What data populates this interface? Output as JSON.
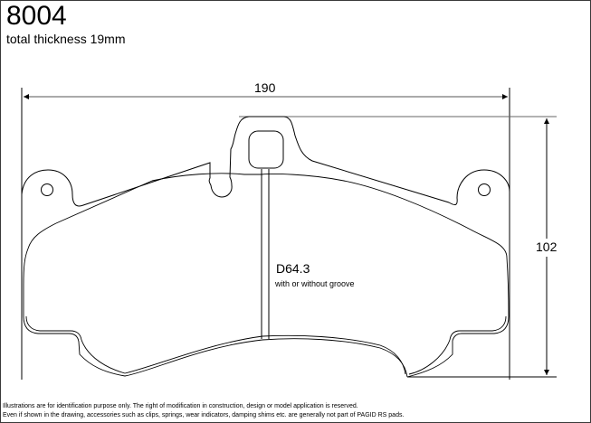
{
  "header": {
    "part_number": "8004",
    "thickness_label": "total thickness 19mm"
  },
  "dimensions": {
    "width_label": "190",
    "height_label": "102",
    "groove_diameter_label": "D64.3",
    "groove_note": "with or without groove"
  },
  "footer": {
    "line1": "Illustrations are for identification purpose only. The right of modification in construction, design or model application is reserved.",
    "line2": "Even if shown in the drawing, accessories such as clips, springs, wear indicators, damping shims etc. are generally not part of PAGID RS pads."
  },
  "colors": {
    "line": "#000000",
    "frame": "#3a3a3a",
    "background": "#ffffff"
  }
}
